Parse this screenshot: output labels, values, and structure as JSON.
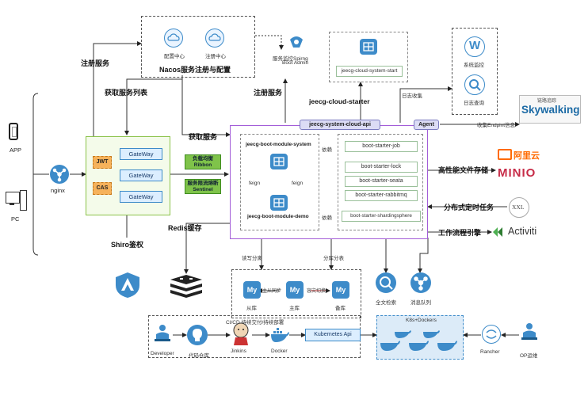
{
  "clients": {
    "app": "APP",
    "pc": "PC"
  },
  "nginx": "nginx",
  "nacos": {
    "config": "配置中心",
    "registry": "注册中心",
    "title": "Nacos服务注册与配置"
  },
  "admin": {
    "line1": "服务监控Spirng",
    "line2": "Boot Admin"
  },
  "cloud_start": "jeecg-cloud-system-start",
  "cloud_starter": "jeecg-cloud-starter",
  "log_monitor": {
    "monitor": "系统监控",
    "query": "日志查询",
    "collect": "日志收集"
  },
  "skywalking": {
    "tag": "链路追踪",
    "name": "Skywalking"
  },
  "edge_labels": {
    "register1": "注册服务",
    "fetch_list": "获取服务列表",
    "register2": "注册服务",
    "fetch": "获取服务",
    "endpoint": "收集Endpint信息",
    "storage": "高性能文件存储",
    "task": "分布式定时任务",
    "workflow": "工作流程引擎",
    "rw_split": "读写分离",
    "shard": "分库分表",
    "shiro": "Shiro鉴权",
    "redis": "Redis缓存",
    "depend": "依赖"
  },
  "gateway": {
    "jwt": "JWT",
    "cas": "CAS",
    "items": [
      "GateWay",
      "GateWay",
      "GateWay"
    ]
  },
  "lb": {
    "line1": "负载均衡",
    "line2": "Ribbon"
  },
  "limit": {
    "line1": "服务限流熔断",
    "line2": "Sentinel"
  },
  "api_label": "jeecg-system-cloud-api",
  "agent": "Agent",
  "modules": {
    "system": "jeecg-boot-module-system",
    "demo": "jeecg-boot-module-demo",
    "feign": "feign"
  },
  "starters": [
    "boot-starter-job",
    "boot-starter-lock",
    "boot-starter-seata",
    "boot-starter-rabbitmq",
    "boot-starter-shardingsphere"
  ],
  "storage": {
    "aliyun": "阿里云",
    "minio": "MINIO"
  },
  "xxl": "XXL",
  "activiti": "Activiti",
  "db": {
    "slave": "从库",
    "master": "主库",
    "backup": "备库",
    "sync": "主从同步",
    "failover": "容灾切换",
    "icon_text": "My"
  },
  "search": "全文检索",
  "mq": "消息队列",
  "cicd": {
    "title": "CI/CD 持续交付/持续部署",
    "developer": "Developer",
    "repo": "代码仓库",
    "jenkins": "Jinkins",
    "docker": "Docker",
    "k8s_api": "Kubernetes Api",
    "k8s": "K8s+Dockers",
    "rancher": "Rancher",
    "ops": "OP运维"
  },
  "colors": {
    "accent": "#3d8bc9",
    "purple": "#a35dd8",
    "green": "#7fc34a",
    "orange": "#f6b25b"
  }
}
